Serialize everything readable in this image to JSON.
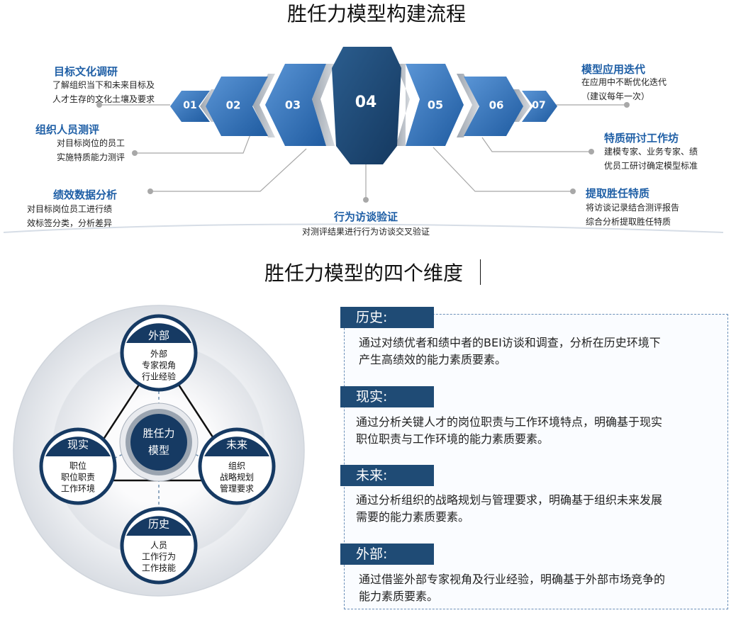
{
  "process": {
    "title": "胜任力模型构建流程",
    "step_numbers": [
      "01",
      "02",
      "03",
      "04",
      "05",
      "06",
      "07"
    ],
    "steps": [
      {
        "title": "目标文化调研",
        "desc": [
          "了解组织当下和未来目标及",
          "人才生存的文化土壤及要求"
        ]
      },
      {
        "title": "组织人员测评",
        "desc": [
          "对目标岗位的员工",
          "实施特质能力测评"
        ]
      },
      {
        "title": "绩效数据分析",
        "desc": [
          "对目标岗位员工进行绩",
          "效标签分类，分析差异"
        ]
      },
      {
        "title": "行为访谈验证",
        "desc": [
          "对测评结果进行行为访谈交叉验证"
        ]
      },
      {
        "title": "提取胜任特质",
        "desc": [
          "将访谈记录结合测评报告",
          "综合分析提取胜任特质"
        ]
      },
      {
        "title": "特质研讨工作坊",
        "desc": [
          "建模专家、业务专家、绩",
          "优员工研讨确定模型标准"
        ]
      },
      {
        "title": "模型应用迭代",
        "desc": [
          "在应用中不断优化迭代",
          "（建议每年一次）"
        ]
      }
    ]
  },
  "dimensions": {
    "title": "胜任力模型的四个维度",
    "core": [
      "胜任力",
      "模型"
    ],
    "nodes": [
      {
        "name": "外部",
        "items": [
          "外部",
          "专家视角",
          "行业经验"
        ]
      },
      {
        "name": "现实",
        "items": [
          "职位",
          "职位职责",
          "工作环境"
        ]
      },
      {
        "name": "未来",
        "items": [
          "组织",
          "战略规划",
          "管理要求"
        ]
      },
      {
        "name": "历史",
        "items": [
          "人员",
          "工作行为",
          "工作技能"
        ]
      }
    ],
    "cards": [
      {
        "label": "历史:",
        "text": [
          "通过对绩优者和绩中者的BEI访谈和调查，分析在历史环境下",
          "产生高绩效的能力素质要素。"
        ]
      },
      {
        "label": "现实:",
        "text": [
          "通过分析关键人才的岗位职责与工作环境特点，明确基于现实",
          "职位职责与工作环境的能力素质要素。"
        ]
      },
      {
        "label": "未来:",
        "text": [
          "通过分析组织的战略规划与管理要求，明确基于组织未来发展",
          "需要的能力素质要素。"
        ]
      },
      {
        "label": "外部:",
        "text": [
          "通过借鉴外部专家视角及行业经验，明确基于外部市场竞争的",
          "能力素质要素。"
        ]
      }
    ]
  }
}
